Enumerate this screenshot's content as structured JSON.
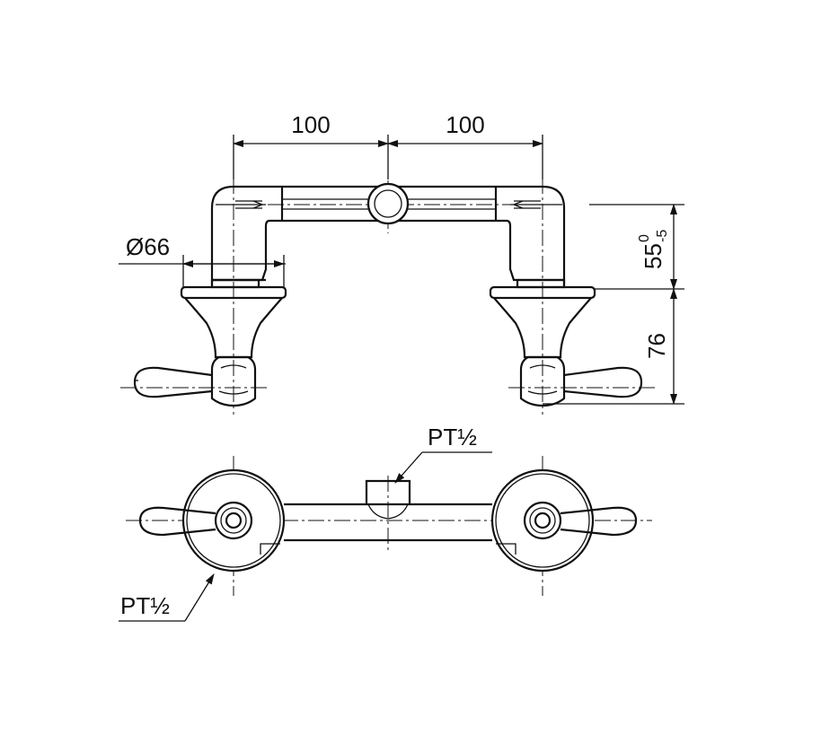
{
  "dimensions": {
    "spacing_left": "100",
    "spacing_right": "100",
    "diameter": "Ø66",
    "height_body_main": "55",
    "height_body_tol_upper": "0",
    "height_body_tol_lower": "-5",
    "height_handle": "76"
  },
  "callouts": {
    "inlet_top": "PT½",
    "inlet_bottom": "PT½"
  },
  "colors": {
    "line": "#111111",
    "background": "#ffffff"
  }
}
